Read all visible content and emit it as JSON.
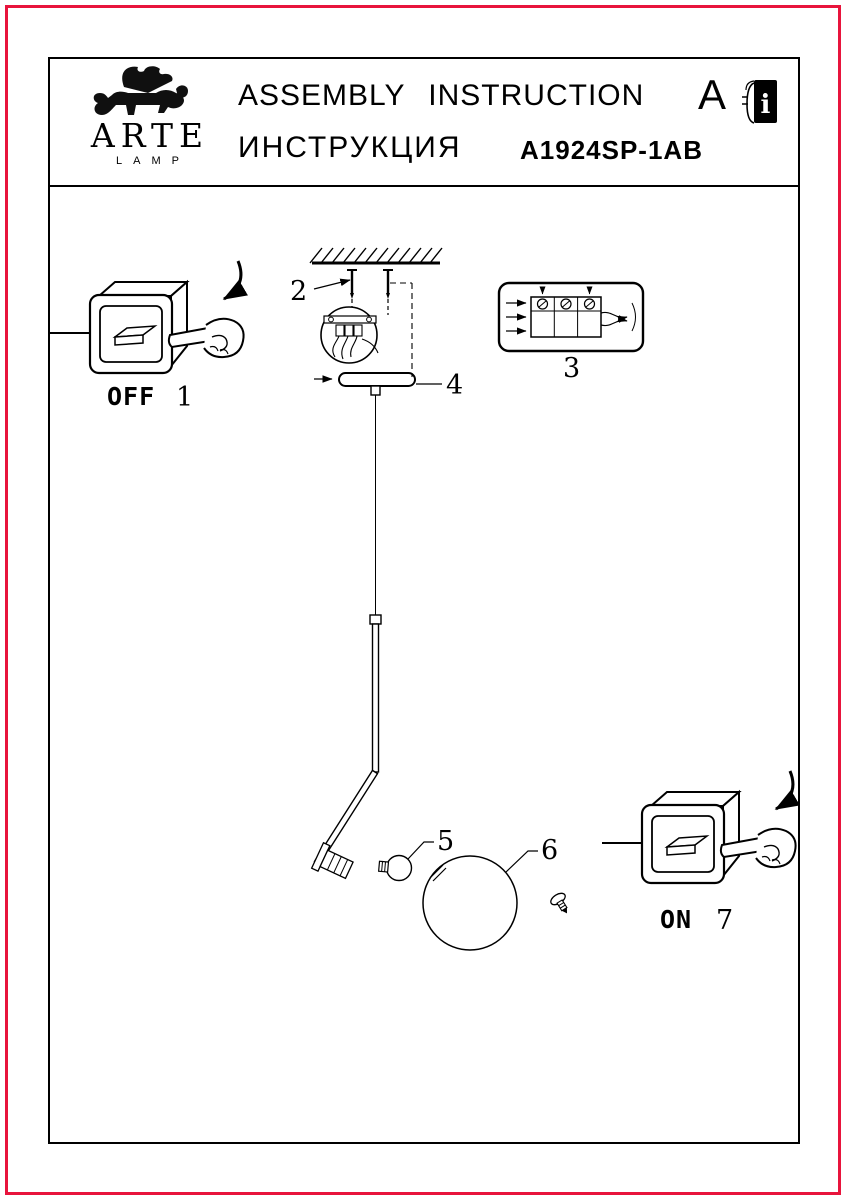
{
  "colors": {
    "frame_red": "#e8143c",
    "ink": "#000000"
  },
  "header": {
    "brand_name": "ARTE",
    "brand_sub": "LAMP",
    "title_en": "ASSEMBLY INSTRUCTION",
    "title_ru": "ИНСТРУКЦИЯ",
    "model": "A1924SP-1AB",
    "section_letter": "A",
    "manual_icon_letter": "i"
  },
  "labels": {
    "step1_word": "OFF",
    "step1_num": "1",
    "step2": "2",
    "step3": "3",
    "step4": "4",
    "step5": "5",
    "step6": "6",
    "step7_word": "ON",
    "step7_num": "7"
  }
}
